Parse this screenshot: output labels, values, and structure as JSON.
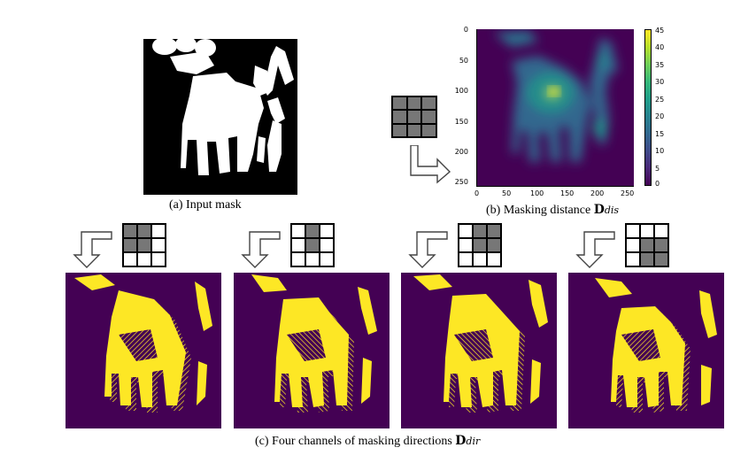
{
  "captions": {
    "a": "(a) Input mask",
    "b_prefix": "(b) Masking distance ",
    "b_symbol": "D",
    "b_sub": "dis",
    "c_prefix": "(c) Four channels of masking directions ",
    "c_symbol": "D",
    "c_sub": "dir"
  },
  "heatmap": {
    "y_ticks": [
      "0",
      "50",
      "100",
      "150",
      "200",
      "250"
    ],
    "x_ticks": [
      "0",
      "50",
      "100",
      "150",
      "200",
      "250"
    ],
    "colorbar_ticks": [
      "45",
      "40",
      "35",
      "30",
      "25",
      "20",
      "15",
      "10",
      "5",
      "0"
    ]
  },
  "colors": {
    "background_purple": "#440154",
    "yellow": "#fde725",
    "gray_cell": "#777777"
  },
  "direction_kernels": [
    {
      "active": [
        0,
        1,
        3,
        4
      ]
    },
    {
      "active": [
        1,
        4
      ]
    },
    {
      "active": [
        1,
        2,
        4,
        5
      ]
    },
    {
      "active": [
        4,
        5,
        7,
        8
      ]
    }
  ]
}
